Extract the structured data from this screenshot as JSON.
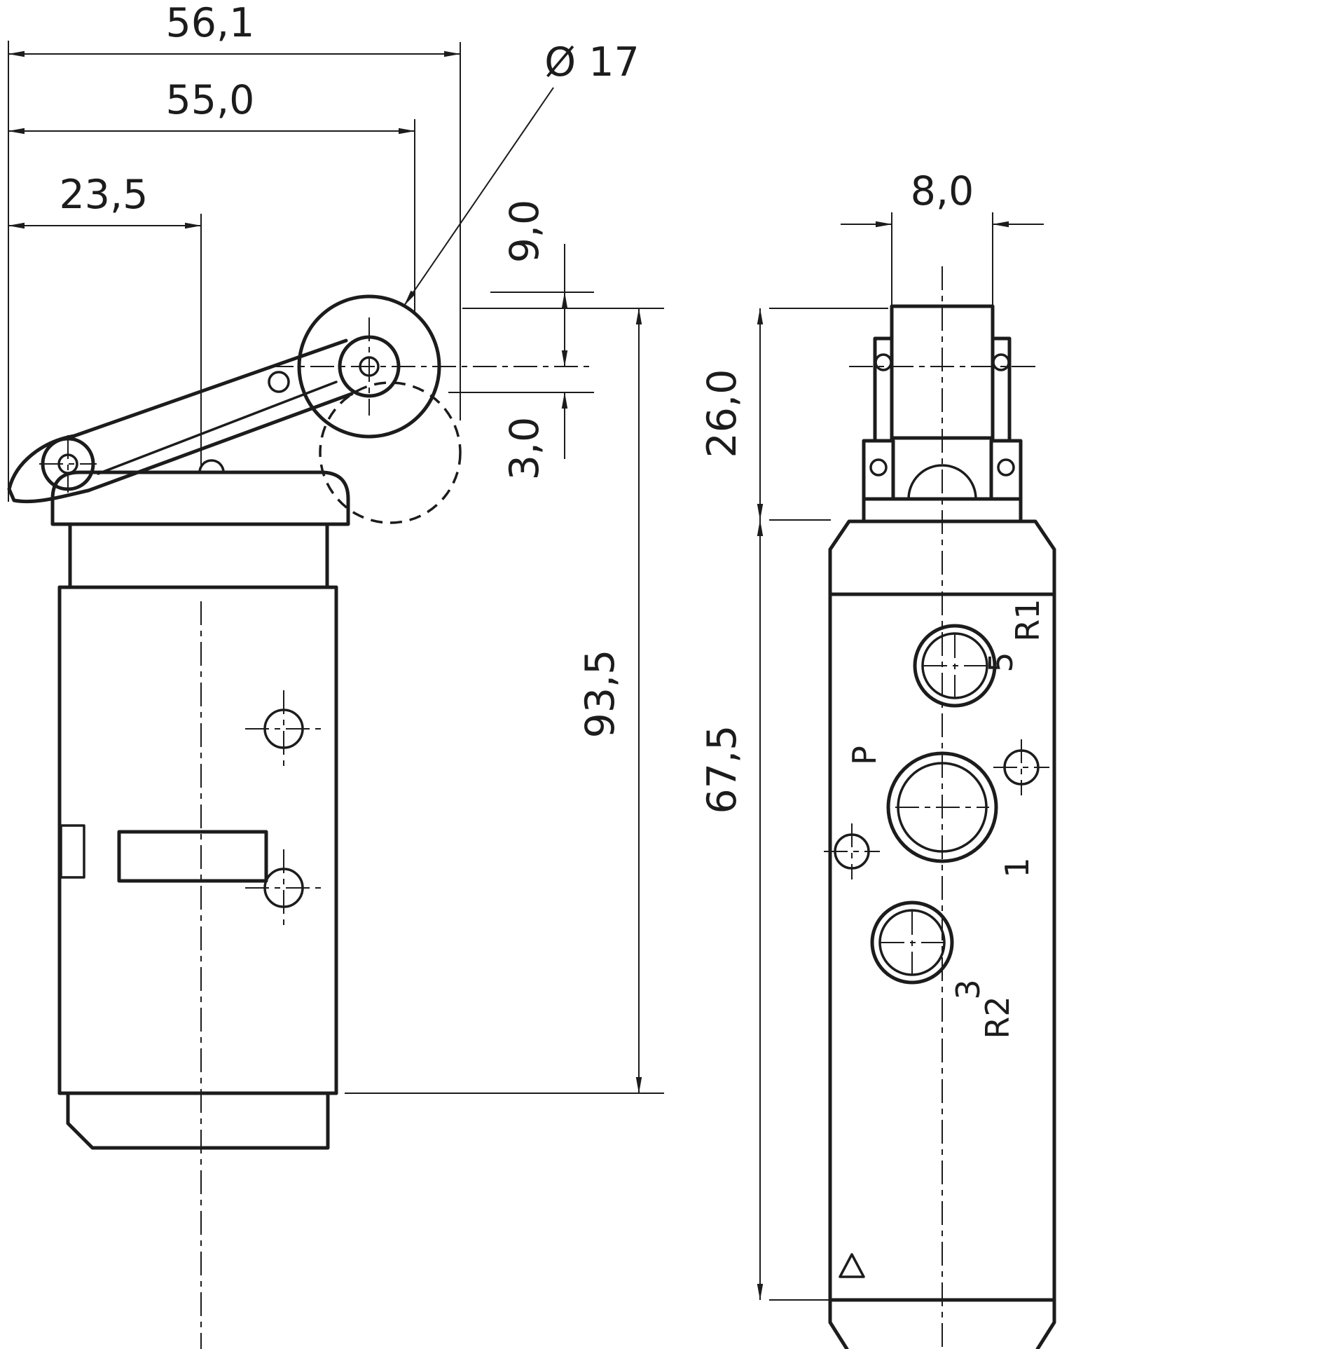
{
  "colors": {
    "ink": "#1c1c1c",
    "background": "#ffffff"
  },
  "side_view": {
    "name": "roller-lever-valve-side-view",
    "dims": {
      "overall_length": "56,1",
      "roller_center_length": "55,0",
      "tip_offset": "23,5",
      "roller_diameter": "Ø 17",
      "pretravel": "9,0",
      "overtravel": "3,0",
      "total_height": "93,5"
    }
  },
  "front_view": {
    "name": "roller-lever-valve-front-view",
    "dims": {
      "roller_width": "8,0",
      "actuator_height": "26,0",
      "body_height": "67,5"
    },
    "ports": {
      "r1": "R1",
      "five": "5",
      "p": "P",
      "one": "1",
      "three": "3",
      "r2": "R2"
    }
  }
}
